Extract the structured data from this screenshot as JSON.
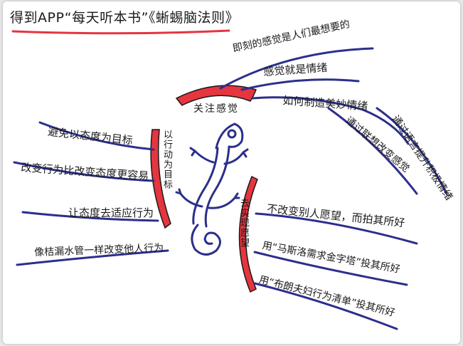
{
  "title": "得到APP“每天听本书”《蜥蜴脑法则》",
  "center": {
    "drawing": "lizard-doodle"
  },
  "colors": {
    "ink": "#1a1a1a",
    "red": "#e5353f",
    "blue": "#2b2f8c"
  },
  "branches": {
    "focus_feeling": {
      "label": "关注感觉",
      "items": [
        "即刻的感觉是人们最想要的",
        "感觉就是情绪",
        "如何制造美妙情绪"
      ],
      "sub_items": [
        "通过语言提升积极情绪",
        "通过联想改变感觉"
      ]
    },
    "act_goal": {
      "label": "以行动为目标",
      "items": [
        "避免以态度为目标",
        "改变行为比改变态度更容易",
        "让态度去适应行为",
        "像桔漏水管一样改变他人行为"
      ]
    },
    "fulfill_wish": {
      "label": "去实现愿望",
      "items": [
        "不改变别人愿望，而拍其所好",
        "用“马斯洛需求金字塔”投其所好",
        "用“布朗夫妇行为清单”投其所好"
      ]
    }
  }
}
